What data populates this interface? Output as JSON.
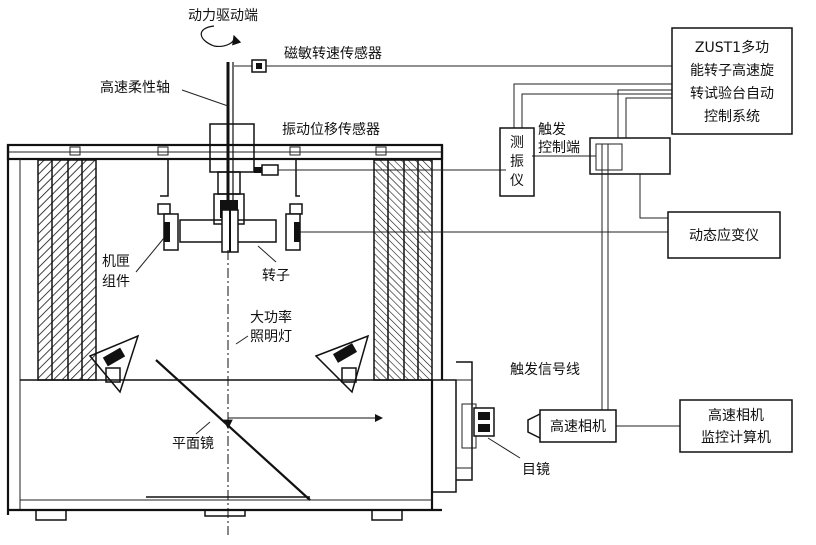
{
  "labels": {
    "drive_end": "动力驱动端",
    "magnetic_sensor": "磁敏转速传感器",
    "flexible_shaft": "高速柔性轴",
    "vibration_sensor": "振动位移传感器",
    "casing_line1": "机匣",
    "casing_line2": "组件",
    "rotor": "转子",
    "lamp_line1": "大功率",
    "lamp_line2": "照明灯",
    "mirror": "平面镜",
    "eyepiece": "目镜",
    "trigger_signal": "触发信号线",
    "trigger_control_line1": "触发",
    "trigger_control_line2": "控制端"
  },
  "boxes": {
    "control_system": [
      "ZUST1多功",
      "能转子高速旋",
      "转试验台自动",
      "控制系统"
    ],
    "vibrometer": [
      "测",
      "振",
      "仪"
    ],
    "strain_meter": "动态应变仪",
    "camera": "高速相机",
    "computer": [
      "高速相机",
      "监控计算机"
    ]
  },
  "colors": {
    "line": "#111111",
    "background": "#ffffff"
  }
}
